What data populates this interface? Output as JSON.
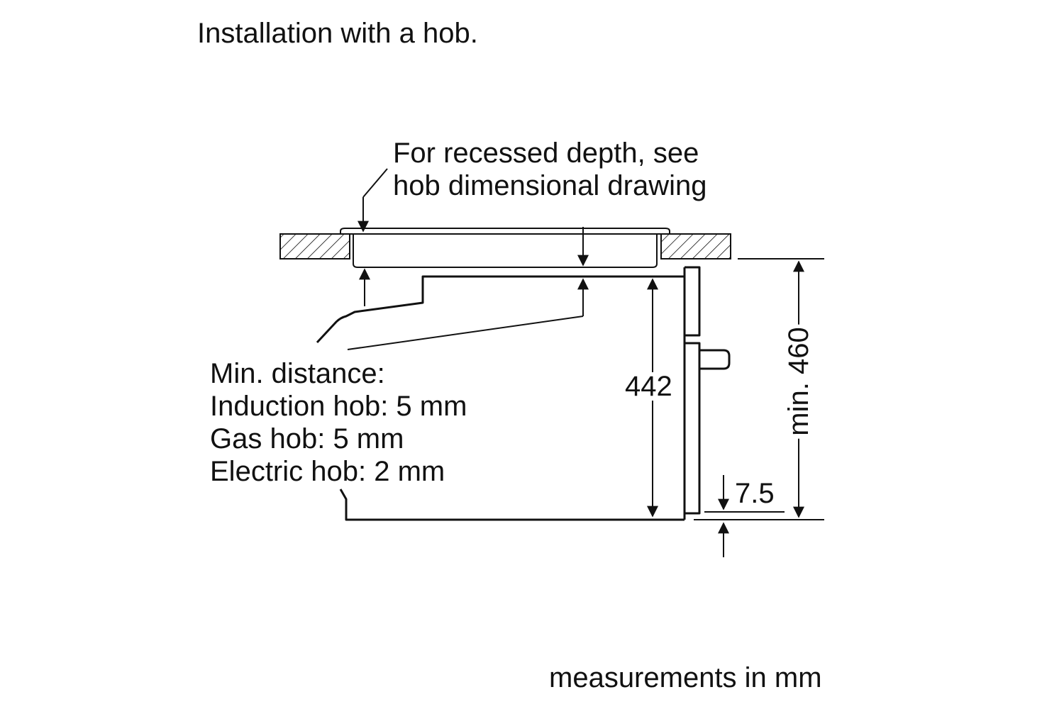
{
  "title": "Installation with a hob.",
  "recess_note": {
    "line1": "For recessed depth, see",
    "line2": "hob dimensional drawing"
  },
  "min_distance": {
    "heading": "Min. distance:",
    "induction": "Induction hob: 5 mm",
    "gas": "Gas hob: 5 mm",
    "electric": "Electric hob: 2 mm"
  },
  "dimensions": {
    "height_442": "442",
    "min_460": "min. 460",
    "offset_7_5": "7.5"
  },
  "footer": "measurements in mm",
  "colors": {
    "line": "#111111",
    "background": "#ffffff"
  }
}
